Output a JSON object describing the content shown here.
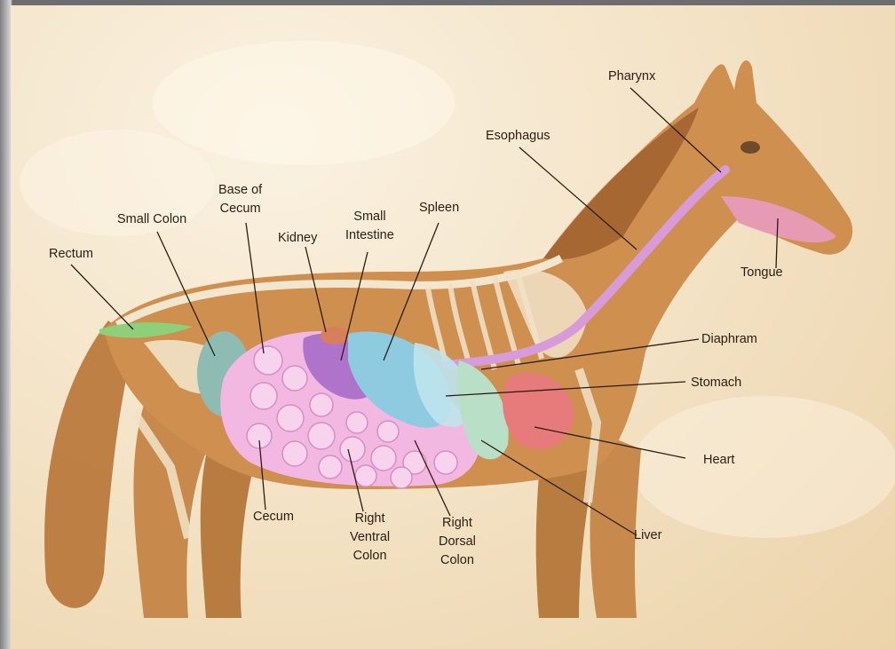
{
  "labels": {
    "pharynx": "Pharynx",
    "esophagus": "Esophagus",
    "base_of_cecum": [
      "Base of",
      "Cecum"
    ],
    "small_colon": "Small Colon",
    "kidney": "Kidney",
    "small_intestine": [
      "Small",
      "Intestine"
    ],
    "spleen": "Spleen",
    "rectum": "Rectum",
    "tongue": "Tongue",
    "diaphram": "Diaphram",
    "stomach": "Stomach",
    "heart": "Heart",
    "liver": "Liver",
    "cecum": "Cecum",
    "right_ventral_colon": [
      "Right",
      "Ventral",
      "Colon"
    ],
    "right_dorsal_colon": [
      "Right",
      "Dorsal",
      "Colon"
    ]
  },
  "colors": {
    "horse_body": "#c98a4a",
    "esophagus": "#d69bd8",
    "colon": "#f2b8e2",
    "spleen": "#8ecbe0",
    "liver": "#b9e0c6",
    "heart": "#e77b7b",
    "small_intestine": "#a566c8",
    "rectum": "#8ed07a",
    "small_colon": "#8fbcb2"
  }
}
